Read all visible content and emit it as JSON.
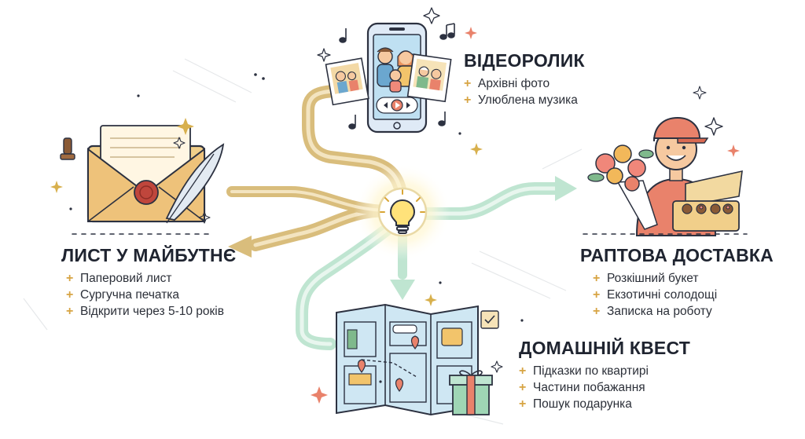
{
  "sections": {
    "video": {
      "title": "ВІДЕОРОЛИК",
      "items": [
        "Архівні фото",
        "Улюблена музика"
      ]
    },
    "letter": {
      "title": "ЛИСТ У МАЙБУТНЄ",
      "items": [
        "Паперовий лист",
        "Сургучна печатка",
        "Відкрити через 5-10 років"
      ]
    },
    "delivery": {
      "title": "РАПТОВА ДОСТАВКА",
      "items": [
        "Розкішний букет",
        "Екзотичні солодощі",
        "Записка на роботу"
      ]
    },
    "quest": {
      "title": "ДОМАШНІЙ КВЕСТ",
      "items": [
        "Підказки по квартирі",
        "Частини побажання",
        "Пошук подарунка"
      ]
    }
  },
  "colors": {
    "gold_path": "#d9bd7c",
    "mint_path": "#bfe5d1",
    "accent_plus": "#d7a443",
    "outline": "#2c3140",
    "title": "#1f2430",
    "sparkle_coral": "#e9826b",
    "sparkle_gold": "#d8b04d"
  },
  "icons": {
    "center": "lightbulb-icon",
    "video": "smartphone-family-photo-icon",
    "letter": "envelope-quill-seal-icon",
    "delivery": "courier-flowers-sweets-icon",
    "quest": "apartment-map-gift-icon"
  }
}
